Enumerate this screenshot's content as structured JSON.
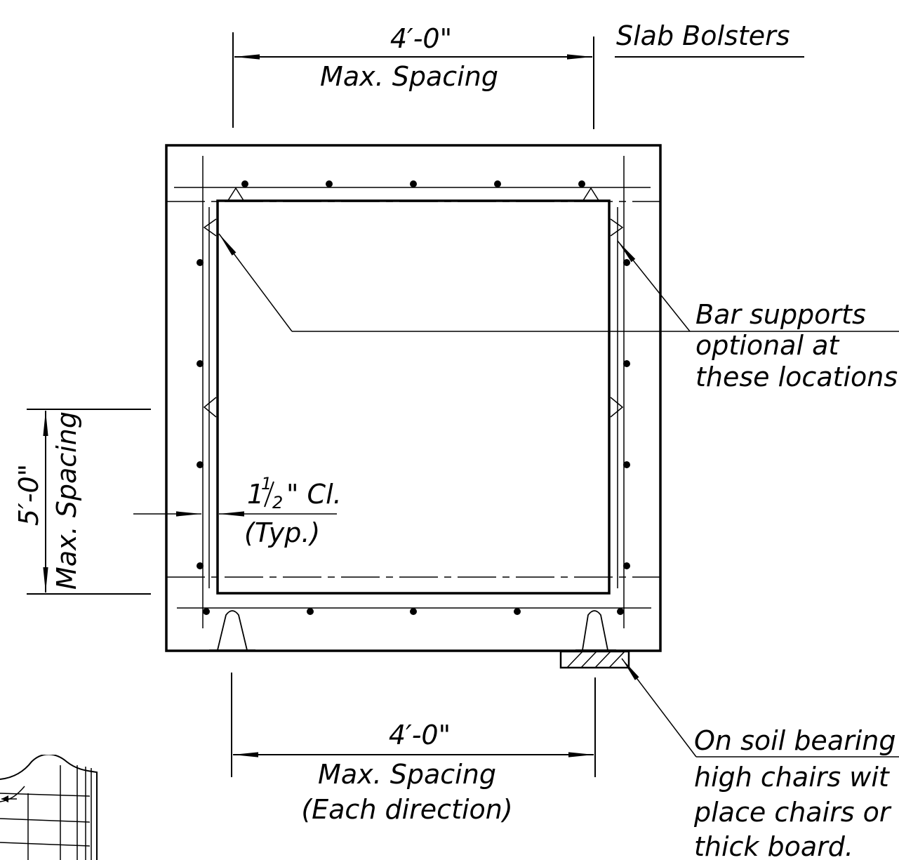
{
  "top_dimension": {
    "value": "4′-0\"",
    "label": "Max. Spacing"
  },
  "slab_bolsters_label": "Slab Bolsters",
  "bar_supports_note": {
    "line1": "Bar supports",
    "line2": "optional at",
    "line3": "these locations"
  },
  "left_dimension": {
    "value": "5′-0\"",
    "label": "Max. Spacing"
  },
  "clear_cover": {
    "whole": "1",
    "frac_num": "1",
    "frac_den": "2",
    "unit": "\" Cl.",
    "note": "(Typ.)"
  },
  "bottom_dimension": {
    "value": "4′-0\"",
    "label": "Max. Spacing",
    "note": "(Each direction)"
  },
  "soil_note": {
    "line1": "On soil bearing",
    "line2": "high chairs wit",
    "line3": "place chairs or",
    "line4": "thick board."
  }
}
